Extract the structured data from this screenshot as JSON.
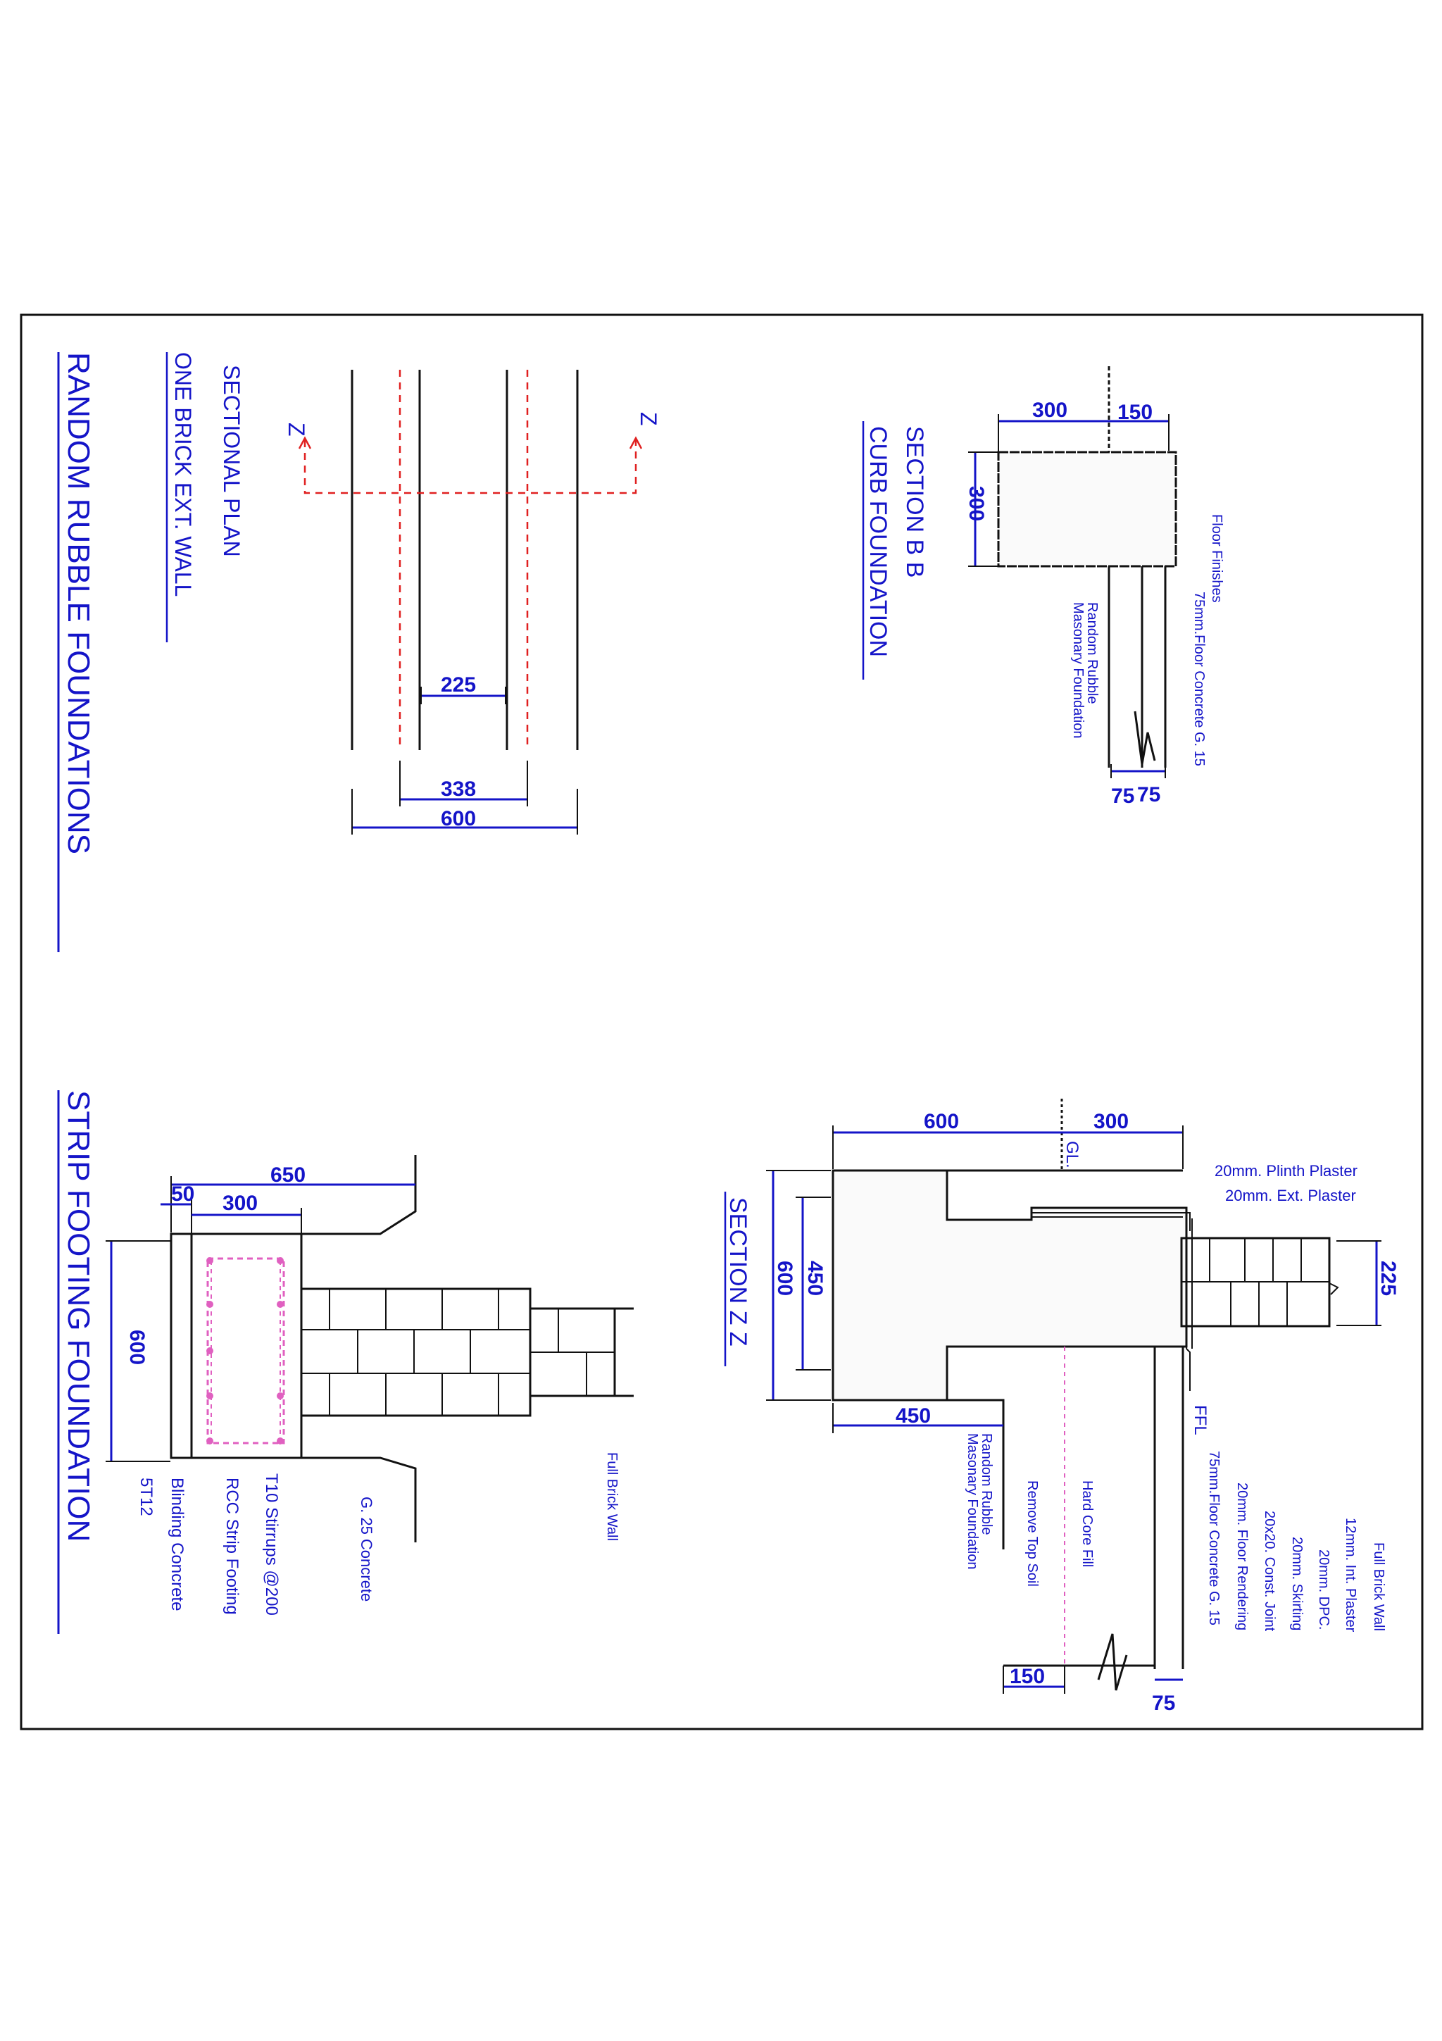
{
  "titles": {
    "rubble": "RANDOM RUBBLE FOUNDATIONS",
    "strip": "STRIP FOOTING FOUNDATION",
    "sectional_plan": "SECTIONAL PLAN",
    "one_brick": "ONE BRICK EXT. WALL",
    "section_bb": "SECTION B B",
    "curb": "CURB FOUNDATION",
    "section_zz": "SECTION Z Z"
  },
  "plan": {
    "marker_left": "Z",
    "marker_right": "Z",
    "dim_225": "225",
    "dim_338": "338",
    "dim_600": "600"
  },
  "curb_section": {
    "dim_300_top": "300",
    "dim_150": "150",
    "dim_300_side": "300",
    "dim_75": "75",
    "dim_75b": "75",
    "label_floor_finishes": "Floor Finishes",
    "label_floor_concrete": "75mm.Floor Concrete G. 15",
    "label_rubble_1": "Random Rubble",
    "label_rubble_2": "Masonary Foundation"
  },
  "strip_section": {
    "dim_650": "650",
    "dim_50": "50",
    "dim_300": "300",
    "dim_600": "600",
    "label_5t12": "5T12",
    "label_blinding": "Blinding Concrete",
    "label_rcc": "RCC Strip Footing",
    "label_stirrups": "T10 Stirrups @200",
    "label_g25": "G. 25 Concrete",
    "label_full_brick": "Full Brick Wall"
  },
  "zz_section": {
    "dim_600_top": "600",
    "dim_300_top": "300",
    "dim_600_side": "600",
    "dim_450_side": "450",
    "dim_450_bottom": "450",
    "dim_225": "225",
    "dim_150": "150",
    "dim_75": "75",
    "label_gl": "GL.",
    "label_ffl": "FFL",
    "label_plinth": "20mm. Plinth Plaster",
    "label_ext": "20mm. Ext.  Plaster",
    "label_full_brick": "Full Brick Wall",
    "label_int": "12mm. Int. Plaster",
    "label_dpc": "20mm. DPC.",
    "label_skirting": "20mm. Skirting",
    "label_joint": "20x20. Const. Joint",
    "label_rendering": "20mm. Floor Rendering",
    "label_floor_concrete": "75mm.Floor Concrete G. 15",
    "label_hardcore": "Hard Core Fill",
    "label_topsoil": "Remove Top Soil",
    "label_rubble_1": "Random Rubble",
    "label_rubble_2": "Masonary Foundation"
  }
}
